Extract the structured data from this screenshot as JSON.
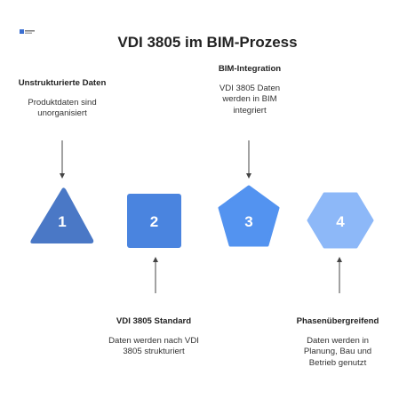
{
  "title": "VDI 3805 im BIM-Prozess",
  "steps": [
    {
      "number": "1",
      "shape": "triangle",
      "color": "#4a78c6",
      "heading": "Unstrukturierte Daten",
      "description": "Produktdaten sind unorganisiert"
    },
    {
      "number": "2",
      "shape": "square",
      "color": "#4a84df",
      "heading": "VDI 3805 Standard",
      "description": "Daten werden nach VDI 3805 strukturiert"
    },
    {
      "number": "3",
      "shape": "pentagon",
      "color": "#5393f0",
      "heading": "BIM-Integration",
      "description": "VDI 3805 Daten werden in BIM integriert"
    },
    {
      "number": "4",
      "shape": "hexagon",
      "color": "#8db8f8",
      "heading": "Phasenübergreifend",
      "description": "Daten werden in Planung, Bau und Betrieb genutzt"
    }
  ]
}
